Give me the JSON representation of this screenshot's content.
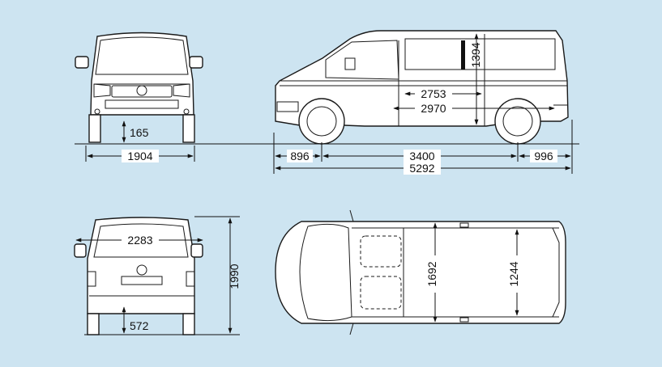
{
  "diagram": {
    "background_color": "#cde4f1",
    "line_color": "#111111",
    "views": {
      "front": {
        "width": "1904",
        "ground_clearance": "165"
      },
      "side": {
        "front_overhang": "896",
        "wheelbase": "3400",
        "rear_overhang": "996",
        "overall_length": "5292",
        "load_length_floor": "2970",
        "load_length_upper": "2753",
        "load_height": "1394"
      },
      "rear": {
        "width_mirrors": "2283",
        "overall_height": "1990",
        "sill_height": "572"
      },
      "top": {
        "width_between_sides": "1692",
        "width_between_arches": "1244"
      }
    }
  }
}
